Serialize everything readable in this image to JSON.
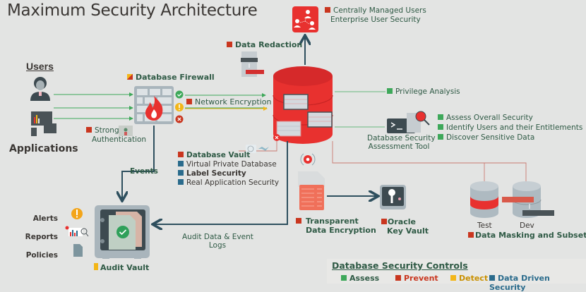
{
  "title": "Maximum Security Architecture",
  "sources": {
    "users_label": "Users",
    "applications_label": "Applications"
  },
  "firewall": {
    "label": "Database Firewall",
    "strong_auth_line1": "Strong",
    "strong_auth_line2": "Authentication",
    "network_encryption": "Network Encryption",
    "events_label": "Events"
  },
  "enterprise_users": {
    "line1": "Centrally Managed Users",
    "line2": "Enterprise User Security"
  },
  "data_redaction": {
    "label": "Data Redaction"
  },
  "privilege_analysis": {
    "label": "Privilege Analysis"
  },
  "assessment": {
    "tool_line1": "Database Security",
    "tool_line2": "Assessment Tool",
    "items": [
      "Assess Overall Security",
      "Identify Users and their Entitlements",
      "Discover Sensitive Data"
    ]
  },
  "vault_controls": {
    "items": [
      {
        "label": "Database Vault",
        "category": "prevent",
        "bold": true
      },
      {
        "label": "Virtual Private Database",
        "category": "data_driven",
        "bold": false
      },
      {
        "label": "Label Security",
        "category": "data_driven",
        "bold": true
      },
      {
        "label": "Real Application Security",
        "category": "data_driven",
        "bold": false
      }
    ]
  },
  "tde": {
    "line1": "Transparent",
    "line2": "Data Encryption"
  },
  "key_vault": {
    "line1": "Oracle",
    "line2": "Key Vault"
  },
  "masking": {
    "test_label": "Test",
    "dev_label": "Dev",
    "label": "Data Masking and Subsetting"
  },
  "audit": {
    "side_items": [
      "Alerts",
      "Reports",
      "Policies"
    ],
    "label": "Audit Vault",
    "flow_line1": "Audit Data & Event",
    "flow_line2": "Logs"
  },
  "legend": {
    "title": "Database Security Controls",
    "items": [
      {
        "label": "Assess",
        "color": "#3ea85a"
      },
      {
        "label": "Prevent",
        "color": "#c9361f"
      },
      {
        "label": "Detect",
        "color": "#f3b618"
      },
      {
        "label": "Data Driven Security",
        "color": "#2a6b8c"
      }
    ]
  },
  "colors": {
    "oracle_red": "#e8312f",
    "assess_green": "#3ea85a",
    "prevent_red": "#c9361f",
    "detect_yellow": "#f3b618",
    "data_driven_blue": "#2a6b8c",
    "label_green": "#2f5a45"
  }
}
